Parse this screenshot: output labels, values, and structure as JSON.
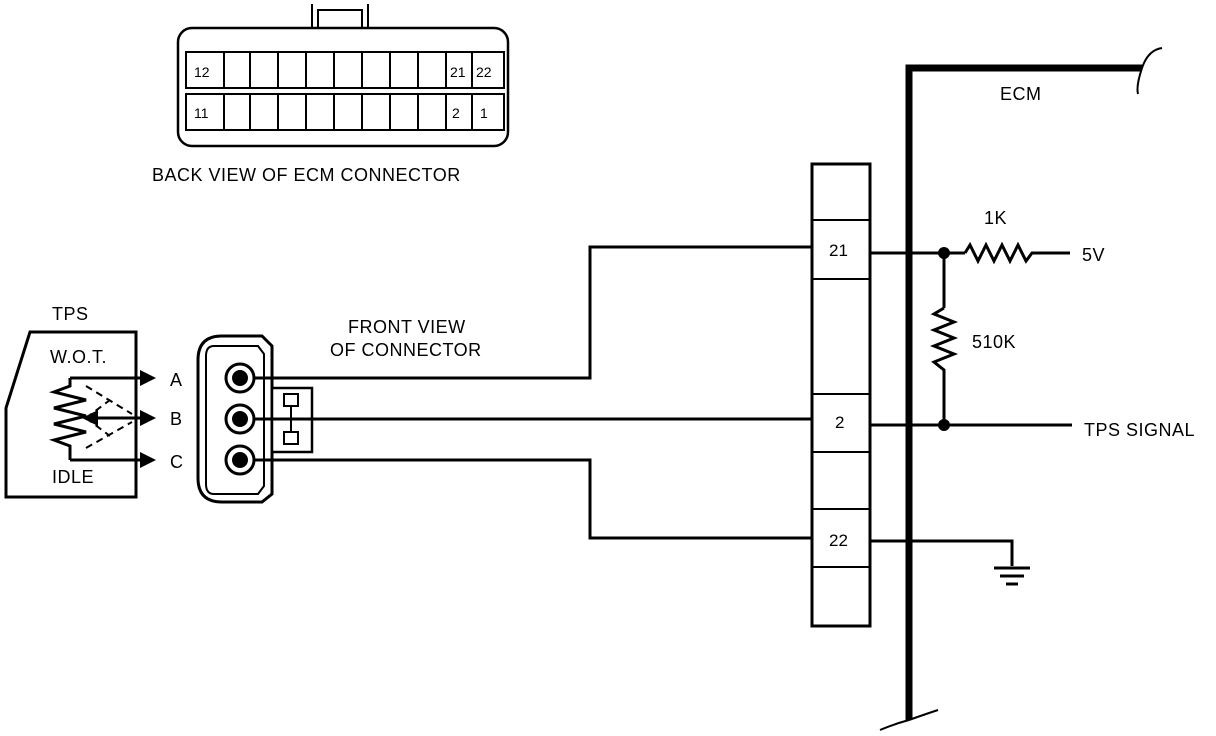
{
  "ecm_connector": {
    "caption": "BACK VIEW OF ECM CONNECTOR",
    "top_row": {
      "left": "12",
      "right_a": "21",
      "right_b": "22"
    },
    "bottom_row": {
      "left": "11",
      "right_a": "2",
      "right_b": "1"
    }
  },
  "tps": {
    "title": "TPS",
    "wot_label": "W.O.T.",
    "idle_label": "IDLE",
    "terminals": [
      "A",
      "B",
      "C"
    ]
  },
  "connector_caption": {
    "line1": "FRONT VIEW",
    "line2": "OF CONNECTOR"
  },
  "ecm": {
    "label": "ECM",
    "pins": {
      "p21": "21",
      "p2": "2",
      "p22": "22"
    },
    "resistor_1k": "1K",
    "resistor_510k": "510K",
    "supply": "5V",
    "signal": "TPS SIGNAL"
  }
}
